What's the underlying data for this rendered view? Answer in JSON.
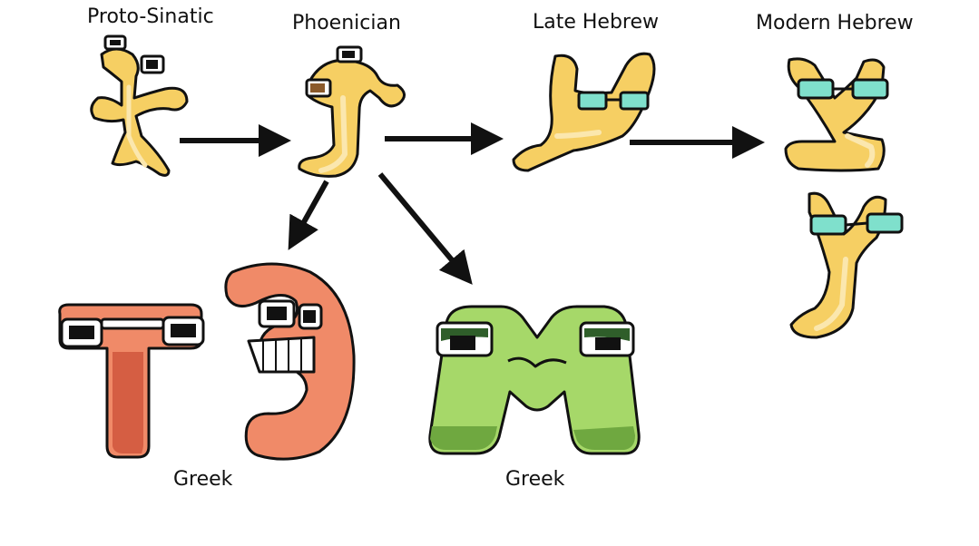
{
  "labels": {
    "proto_sinatic": "Proto-Sinatic",
    "phoenician": "Phoenician",
    "late_hebrew": "Late Hebrew",
    "modern_hebrew": "Modern Hebrew",
    "greek_left": "Greek",
    "greek_right": "Greek"
  },
  "colors": {
    "yellow": "#f6cf63",
    "yellow_light": "#fbe7ae",
    "yellow_dark": "#e3ad3c",
    "salmon": "#f08a68",
    "salmon_dark": "#d55e43",
    "green": "#a6d869",
    "green_light": "#bfe587",
    "green_dark": "#6fa840",
    "teal_glasses": "#7fe0cc",
    "outline": "#111111"
  }
}
